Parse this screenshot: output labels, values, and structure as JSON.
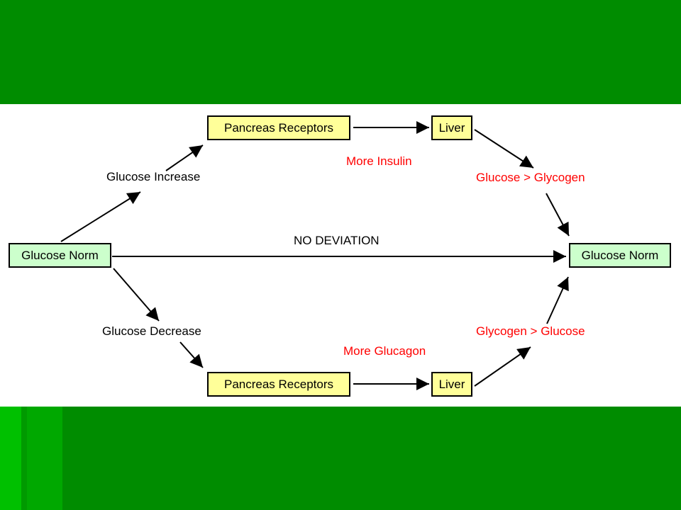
{
  "diagram": {
    "nodes": {
      "start": "Glucose Norm",
      "pancreas_top": "Pancreas Receptors",
      "liver_top": "Liver",
      "end": "Glucose Norm",
      "pancreas_bottom": "Pancreas Receptors",
      "liver_bottom": "Liver"
    },
    "labels": {
      "glucose_increase": "Glucose Increase",
      "glucose_decrease": "Glucose Decrease",
      "no_deviation": "NO DEVIATION",
      "more_insulin": "More Insulin",
      "more_glucagon": "More Glucagon",
      "glucose_to_glycogen": "Glucose > Glycogen",
      "glycogen_to_glucose": "Glycogen > Glucose"
    },
    "colors": {
      "node_norm_fill": "#ccffcc",
      "node_process_fill": "#ffff99",
      "highlight_text": "#ff0000",
      "background_green": "#008c00"
    }
  }
}
